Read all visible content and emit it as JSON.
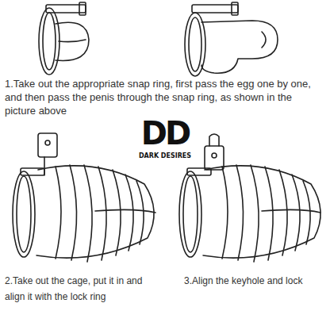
{
  "diagram": {
    "labels": [
      "1.Take out the appropriate snap ring, first pass the egg one by one, and then pass the penis through the snap ring, as shown in the picture above",
      "DD",
      "DARK DESIRES",
      "2.Take out the cage, put it in and align it with the lock ring",
      "3.Align the keyhole and lock"
    ]
  }
}
